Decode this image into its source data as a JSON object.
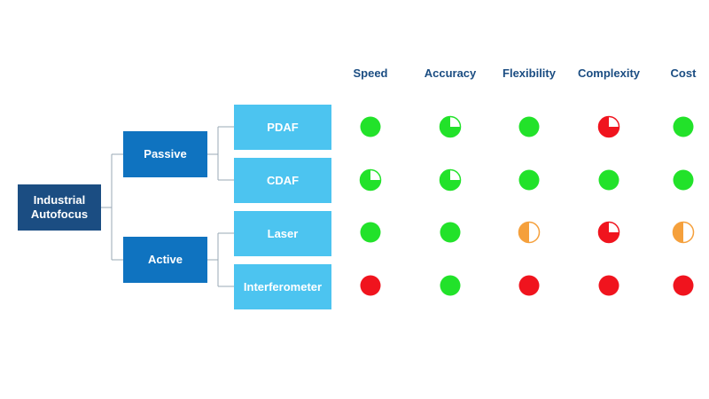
{
  "tree": {
    "root_label": "Industrial\nAutofocus",
    "groups": [
      {
        "label": "Passive",
        "children": [
          "PDAF",
          "CDAF"
        ]
      },
      {
        "label": "Active",
        "children": [
          "Laser",
          "Interferometer"
        ]
      }
    ]
  },
  "matrix": {
    "columns": [
      "Speed",
      "Accuracy",
      "Flexibility",
      "Complexity",
      "Cost"
    ],
    "rows": [
      {
        "method": "PDAF",
        "ratings": [
          "full",
          "three-quarter",
          "full",
          "quarter",
          "full"
        ]
      },
      {
        "method": "CDAF",
        "ratings": [
          "three-quarter",
          "three-quarter",
          "full",
          "full",
          "full"
        ]
      },
      {
        "method": "Laser",
        "ratings": [
          "full",
          "full",
          "half",
          "quarter",
          "half"
        ]
      },
      {
        "method": "Interferometer",
        "ratings": [
          "none",
          "full",
          "none",
          "none",
          "none"
        ]
      }
    ],
    "rating_colors": {
      "full": "#22e22a",
      "three-quarter": "#22e22a",
      "half": "#f5a03c",
      "quarter": "#f0141e",
      "none": "#f0141e"
    },
    "rating_fill_fraction": {
      "full": 1.0,
      "three-quarter": 0.75,
      "half": 0.5,
      "quarter": 0.25,
      "none": 1.0
    }
  }
}
